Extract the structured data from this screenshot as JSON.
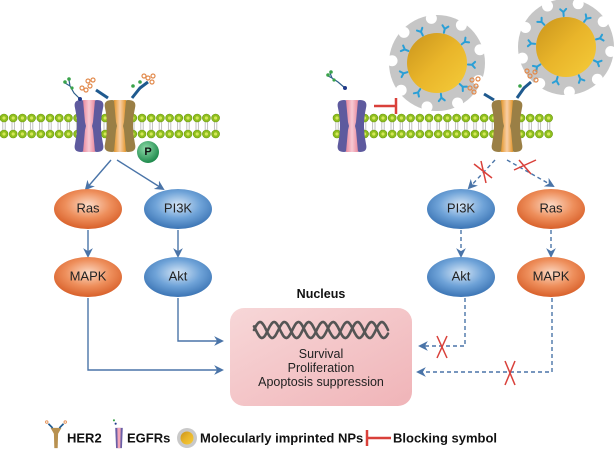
{
  "figure": {
    "title": "EGFR/HER2 signaling blocked by molecularly imprinted nanoparticles"
  },
  "left_panel": {
    "phospho_label": "P",
    "nodes": {
      "ras": "Ras",
      "pi3k": "PI3K",
      "mapk": "MAPK",
      "akt": "Akt"
    }
  },
  "right_panel": {
    "nodes": {
      "pi3k": "PI3K",
      "ras": "Ras",
      "akt": "Akt",
      "mapk": "MAPK"
    }
  },
  "nucleus": {
    "title": "Nucleus",
    "lines": [
      "Survival",
      "Proliferation",
      "Apoptosis suppression"
    ]
  },
  "legend": {
    "items": [
      {
        "icon": "her2-receptor-icon",
        "label": "HER2"
      },
      {
        "icon": "egfr-receptor-icon",
        "label": "EGFRs"
      },
      {
        "icon": "nanoparticle-icon",
        "label": "Molecularly imprinted NPs"
      },
      {
        "icon": "blocking-symbol-icon",
        "label": "Blocking symbol"
      }
    ]
  },
  "colors": {
    "ras_mapk": "#e5753f",
    "pi3k_akt": "#4a86c5",
    "arrow": "#4a74a8",
    "block": "#d9403a",
    "nucleus_fill": "#f4c4c7",
    "membrane_head": "#8fbf1e",
    "np_core": "#e7b42a",
    "np_shell": "#c4c4c4",
    "egfr": "#5e5a9e",
    "her2": "#9a7f45",
    "phospho": "#2fa35f"
  }
}
